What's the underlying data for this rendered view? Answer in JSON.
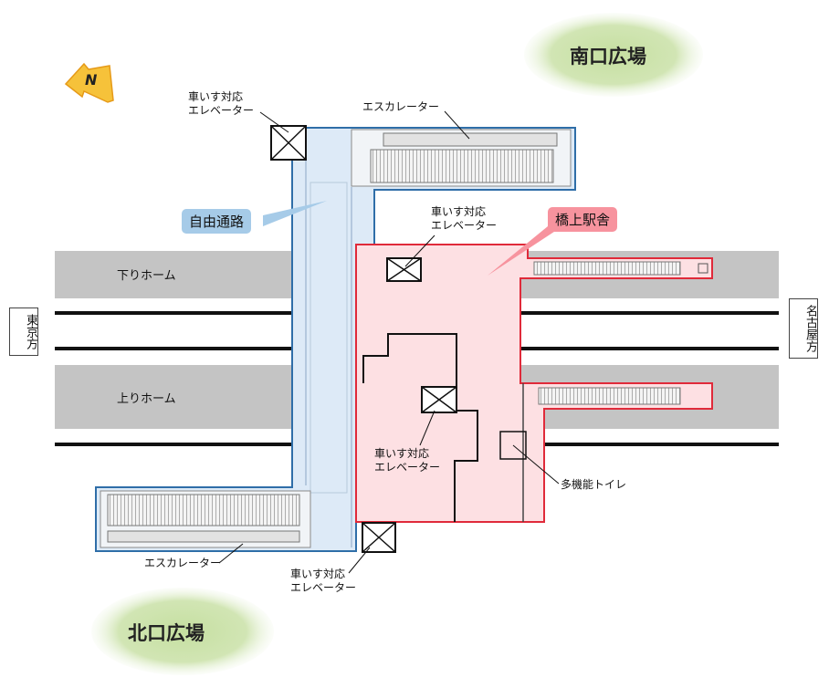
{
  "plazas": {
    "south": "南口広場",
    "north": "北口広場"
  },
  "compass": "N",
  "tags": {
    "free_passage": "自由通路",
    "station_building": "橋上駅舎"
  },
  "platforms": {
    "down": "下りホーム",
    "up": "上りホーム"
  },
  "directions": {
    "left": "東京方",
    "right": "名古屋方"
  },
  "labels": {
    "elevator_line1": "車いす対応",
    "elevator_line2": "エレベーター",
    "escalator": "エスカレーター",
    "toilet": "多機能トイレ"
  },
  "colors": {
    "passage_fill": "#ddeaf7",
    "passage_border": "#2f6ea8",
    "station_fill": "#fde0e3",
    "station_border": "#e02a3a",
    "platform": "#c4c4c4",
    "plaza": "#c5dfa0",
    "free_passage_tag": "#a6cbe8",
    "station_tag": "#f7939e"
  }
}
